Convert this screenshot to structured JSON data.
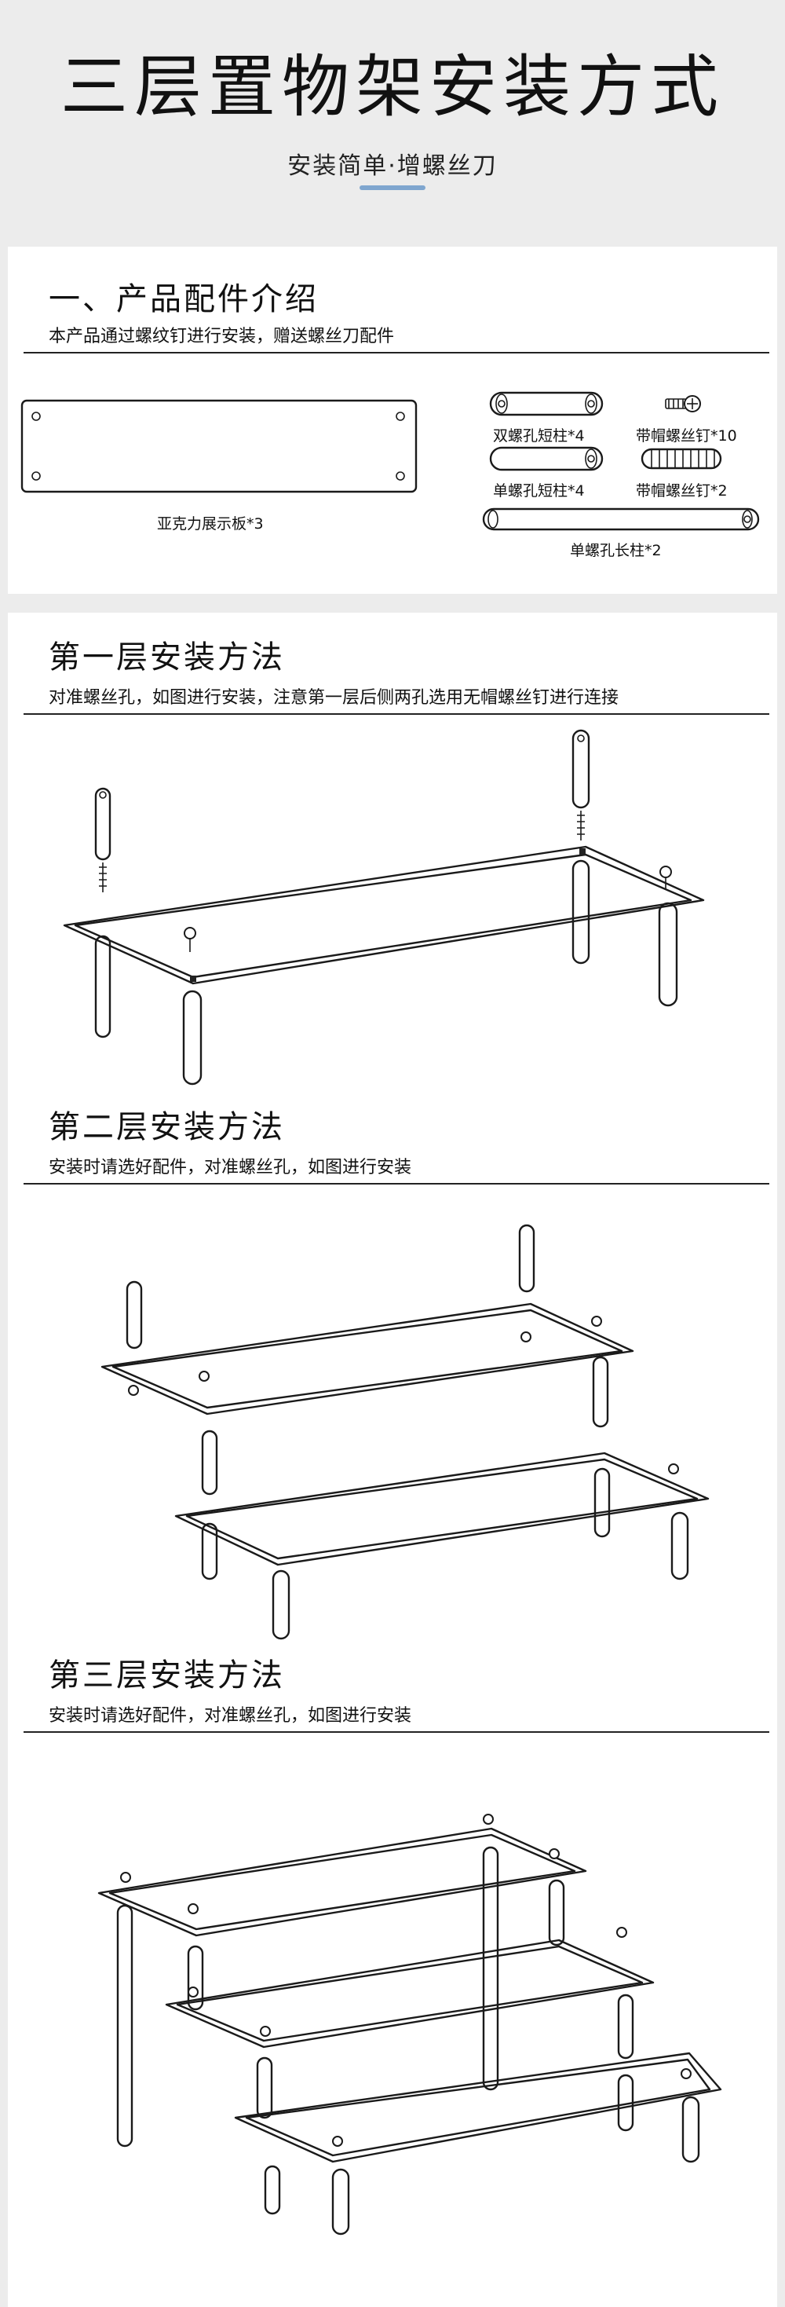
{
  "header": {
    "title": "三层置物架安装方式",
    "subtitle": "安装简单·增螺丝刀"
  },
  "parts": {
    "title": "一、产品配件介绍",
    "desc": "本产品通过螺纹钉进行安装，赠送螺丝刀配件",
    "items": {
      "panel": "亚克力展示板*3",
      "double_short": "双螺孔短柱*4",
      "single_short": "单螺孔短柱*4",
      "cap_screw_10": "带帽螺丝钉*10",
      "cap_screw_2": "带帽螺丝钉*2",
      "single_long": "单螺孔长柱*2"
    }
  },
  "step1": {
    "title": "第一层安装方法",
    "desc": "对准螺丝孔，如图进行安装，注意第一层后侧两孔选用无帽螺丝钉进行连接"
  },
  "step2": {
    "title": "第二层安装方法",
    "desc": "安装时请选好配件，对准螺丝孔，如图进行安装"
  },
  "step3": {
    "title": "第三层安装方法",
    "desc": "安装时请选好配件，对准螺丝孔，如图进行安装"
  }
}
